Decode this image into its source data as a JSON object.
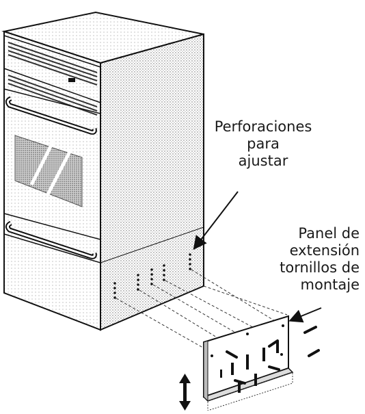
{
  "callouts": {
    "perforations": [
      "Perforaciones",
      "para",
      "ajustar"
    ],
    "extension_panel": [
      "Panel de",
      "extensión",
      "tornillos de",
      "montaje"
    ]
  }
}
